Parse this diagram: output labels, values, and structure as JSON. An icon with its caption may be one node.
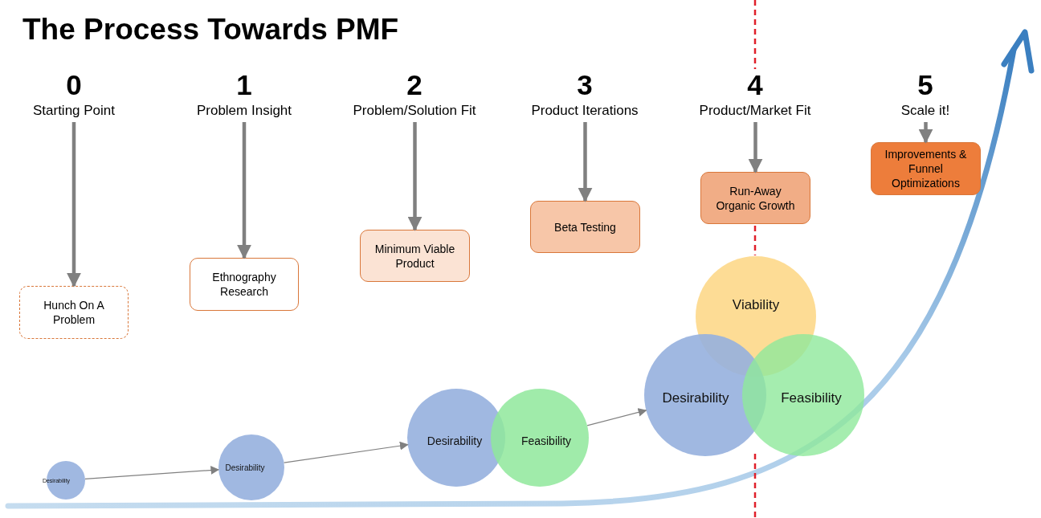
{
  "diagram": {
    "title": "The Process Towards PMF",
    "nodes": [
      {
        "text": [
          "0",
          "Starting Point"
        ]
      },
      {
        "text": [
          "Hunch On A Problem"
        ]
      },
      {
        "text": [
          "1",
          "Problem Insight"
        ]
      },
      {
        "text": [
          "Ethnography Research"
        ]
      },
      {
        "text": [
          "2",
          "Problem/Solution Fit"
        ]
      },
      {
        "text": [
          "Minimum Viable Product"
        ]
      },
      {
        "text": [
          "3",
          "Product Iterations"
        ]
      },
      {
        "text": [
          "Beta Testing"
        ]
      },
      {
        "text": [
          "4",
          "Product/Market Fit"
        ]
      },
      {
        "text": [
          "Run-Away Organic Growth"
        ]
      },
      {
        "text": [
          "5",
          "Scale it!"
        ]
      },
      {
        "text": [
          "Improvements & Funnel Optimizations"
        ]
      },
      {
        "text": [
          "Desirability"
        ]
      },
      {
        "text": [
          "Desirability"
        ]
      },
      {
        "text": [
          "Desirability"
        ]
      },
      {
        "text": [
          "Feasibility"
        ]
      },
      {
        "text": [
          "Viability"
        ]
      },
      {
        "text": [
          "Desirability"
        ]
      },
      {
        "text": [
          "Feasibility"
        ]
      }
    ],
    "edges": [
      {
        "from": 0,
        "to": 1,
        "arrow": "to"
      },
      {
        "from": 2,
        "to": 3,
        "arrow": "to"
      },
      {
        "from": 4,
        "to": 5,
        "arrow": "to"
      },
      {
        "from": 6,
        "to": 7,
        "arrow": "to"
      },
      {
        "from": 8,
        "to": 9,
        "arrow": "to"
      },
      {
        "from": 10,
        "to": 11,
        "arrow": "to"
      },
      {
        "from": 12,
        "to": 13,
        "arrow": "to"
      },
      {
        "from": 13,
        "to": 14,
        "arrow": "to"
      },
      {
        "from": 15,
        "to": 17,
        "arrow": "to"
      }
    ]
  }
}
